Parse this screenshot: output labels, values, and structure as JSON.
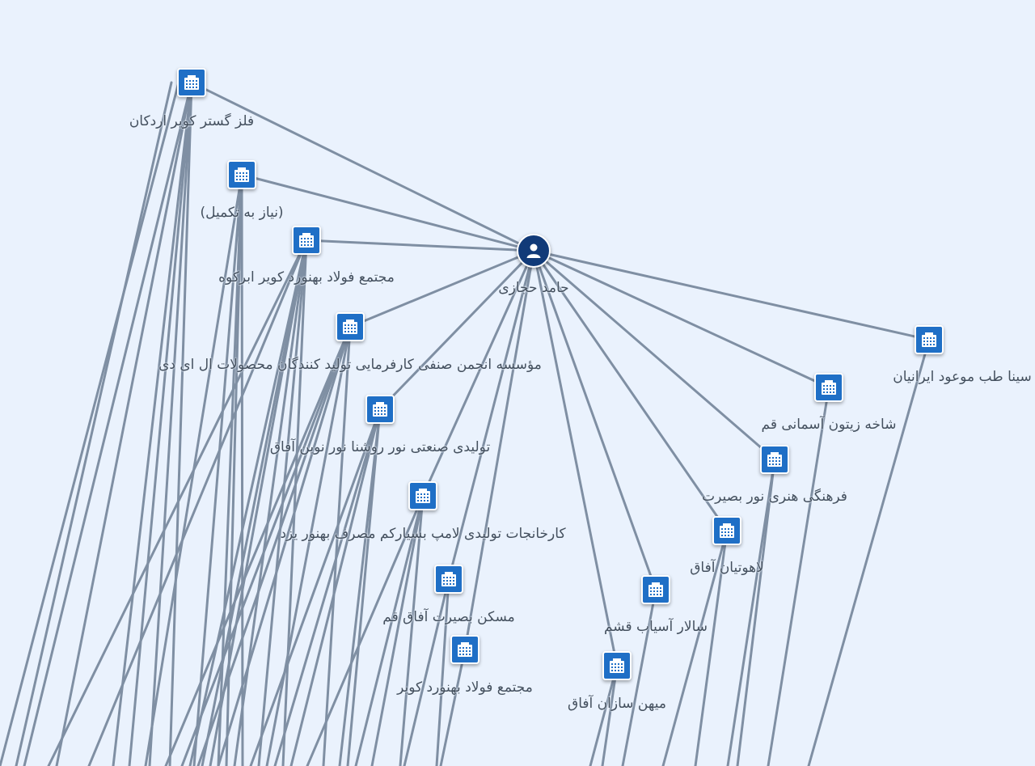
{
  "graph": {
    "person": {
      "label": "حامد حجازی",
      "icon": "user-icon"
    },
    "companies": [
      {
        "label": "فلز گستر کویر اردکان",
        "icon": "building-icon"
      },
      {
        "label": "(نیاز به تکمیل)",
        "icon": "building-icon"
      },
      {
        "label": "مجتمع فولاد بهنورد کویر ابرکوه",
        "icon": "building-icon"
      },
      {
        "label": "مؤسسه انجمن صنفی کارفرمایی تولید کنندگان محصولات ال ای دی",
        "icon": "building-icon"
      },
      {
        "label": "تولیدی صنعتی نور روشنا نور نوین آفاق",
        "icon": "building-icon"
      },
      {
        "label": "کارخانجات تولیدی لامپ بسیارکم مصرف بهنور یزد",
        "icon": "building-icon"
      },
      {
        "label": "مسکن بصیرت آفاق قم",
        "icon": "building-icon"
      },
      {
        "label": "مجتمع فولاد بهنورد کویر",
        "icon": "building-icon"
      },
      {
        "label": "میهن سازان آفاق",
        "icon": "building-icon"
      },
      {
        "label": "سالار آسیاب قشم",
        "icon": "building-icon"
      },
      {
        "label": "لاهوتیان آفاق",
        "icon": "building-icon"
      },
      {
        "label": "فرهنگی هنری نور بصیرت",
        "icon": "building-icon"
      },
      {
        "label": "شاخه زیتون آسمانی قم",
        "icon": "building-icon"
      },
      {
        "label": "سینا طب موعود ایرانیان",
        "icon": "building-icon"
      }
    ]
  },
  "colors": {
    "background": "#eaf2fd",
    "edge": "#7f8fa3",
    "company_node": "#1f6fc6",
    "person_node": "#113a78",
    "label_text": "#44505e"
  }
}
